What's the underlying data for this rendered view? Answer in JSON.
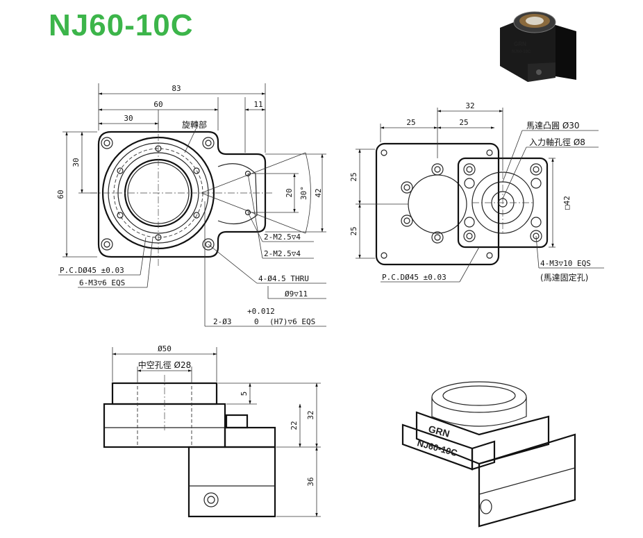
{
  "title": "NJ60-10C",
  "colors": {
    "title": "#3cb54a",
    "line": "#111111"
  },
  "front_view": {
    "dim_overall_width": "83",
    "dim_flange_width": "60",
    "dim_half_width": "30",
    "dim_tab": "11",
    "dim_height": "60",
    "dim_half_height": "30",
    "dim_slot": "20",
    "dim_right": "42",
    "angle": "30°",
    "label_rotating": "旋轉部",
    "notes": [
      "2-M2.5▽4",
      "2-M2.5▽4",
      "4-Ø4.5 THRU",
      "Ø9▽11",
      "P.C.DØ45 ±0.03",
      "6-M3▽6 EQS",
      "2-Ø3",
      "(H7)▽6 EQS"
    ],
    "tolerance_upper": "+0.012",
    "tolerance_lower": "0"
  },
  "rear_view": {
    "dim_32": "32",
    "dim_25a": "25",
    "dim_25b": "25",
    "dim_25v1": "25",
    "dim_25v2": "25",
    "square_42": "□42",
    "label_motor_boss": "馬達凸圓 Ø30",
    "label_input_bore": "入力軸孔徑 Ø8",
    "pcd": "P.C.DØ45 ±0.03",
    "motor_holes": "4-M3▽10 EQS",
    "motor_holes_note": "(馬達固定孔)"
  },
  "side_view": {
    "dim_dia50": "Ø50",
    "label_hollow": "中空孔徑 Ø28",
    "dim_5": "5",
    "dim_22": "22",
    "dim_32": "32",
    "dim_36": "36"
  },
  "iso_view": {
    "brand": "GRN",
    "model": "NJ60-10C"
  },
  "photo": {
    "brand": "GRN",
    "model": "NJ60-10C"
  }
}
